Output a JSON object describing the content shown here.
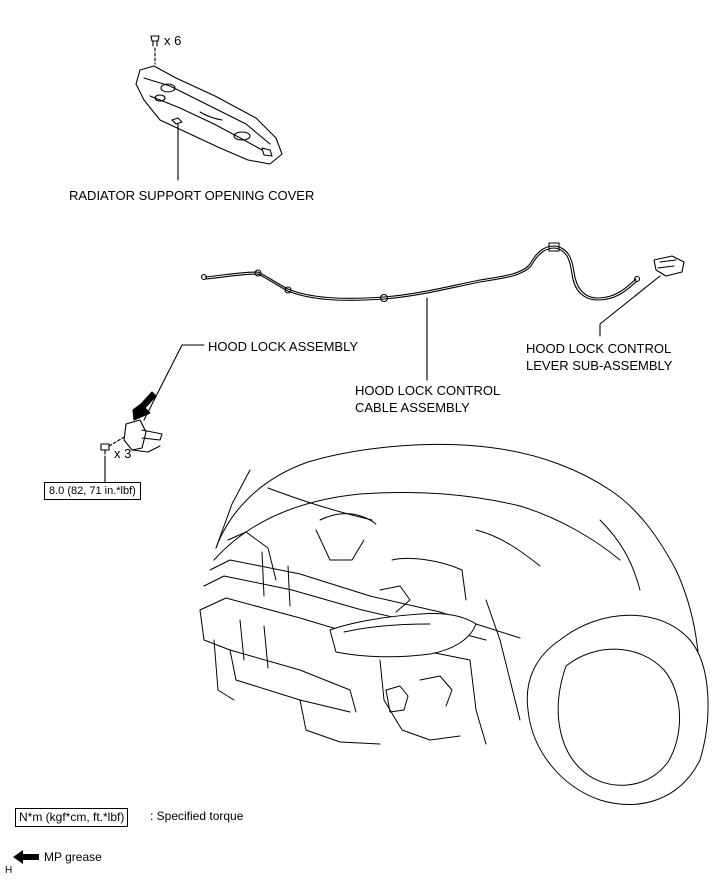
{
  "labels": {
    "radiator_cover": "RADIATOR SUPPORT OPENING COVER",
    "clip_count": "x 6",
    "hood_lock_assembly": "HOOD LOCK ASSEMBLY",
    "bolt_count": "x 3",
    "torque_value": "8.0 (82, 71 in.*lbf)",
    "cable_line1": "HOOD LOCK CONTROL",
    "cable_line2": "CABLE ASSEMBLY",
    "lever_line1": "HOOD LOCK CONTROL",
    "lever_line2": "LEVER SUB-ASSEMBLY"
  },
  "legend": {
    "torque_unit": "N*m (kgf*cm, ft.*lbf)",
    "torque_text": ": Specified torque",
    "grease_text": "MP grease",
    "corner_mark": "H"
  }
}
